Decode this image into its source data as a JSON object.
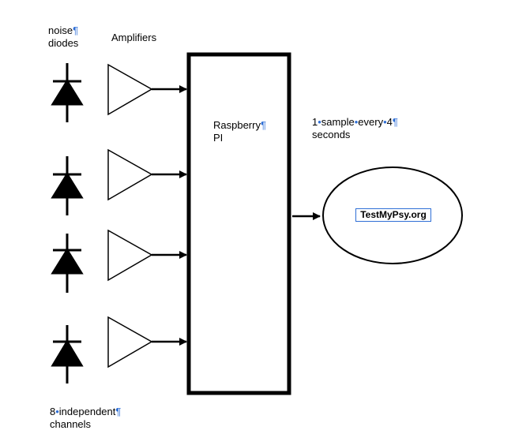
{
  "labels": {
    "noise_diodes": {
      "line1": "noise",
      "line2": "diodes"
    },
    "amplifiers": "Amplifiers",
    "raspberry_pi": {
      "line1": "Raspberry",
      "line2": "PI"
    },
    "sample_rate": {
      "w1": "1",
      "w2": "sample",
      "w3": "every",
      "w4": "4",
      "line2": "seconds"
    },
    "channels": {
      "w1": "8",
      "w2": "independent",
      "line2": "channels"
    },
    "destination": "TestMyPsy.org"
  },
  "glyphs": {
    "pilcrow": "¶",
    "space_dot": "•"
  },
  "colors": {
    "stroke": "#000000",
    "formatting_marks": "#2f6fd6"
  }
}
